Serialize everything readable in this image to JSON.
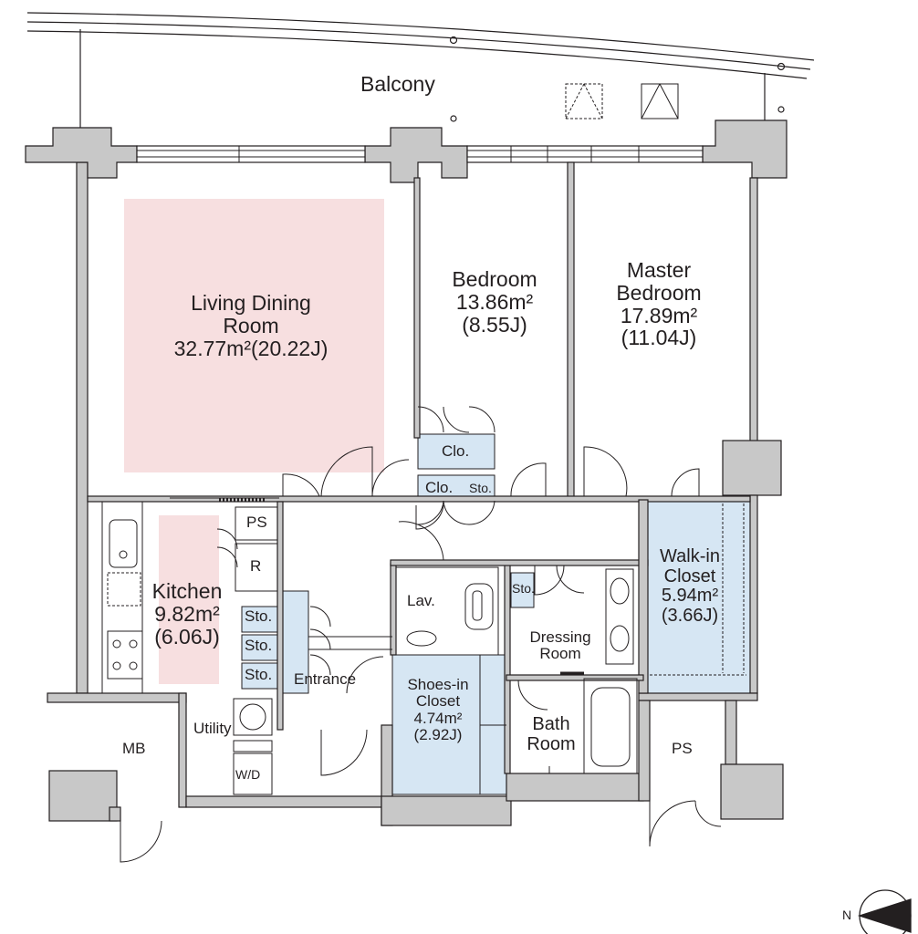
{
  "rooms": {
    "balcony": {
      "name": "Balcony"
    },
    "living": {
      "name_line1": "Living Dining",
      "name_line2": "Room",
      "area": "32.77m²(20.22J)"
    },
    "bedroom": {
      "name": "Bedroom",
      "area": "13.86m²",
      "tatami": "(8.55J)"
    },
    "master": {
      "name_line1": "Master",
      "name_line2": "Bedroom",
      "area": "17.89m²",
      "tatami": "(11.04J)"
    },
    "kitchen": {
      "name": "Kitchen",
      "area": "9.82m²",
      "tatami": "(6.06J)"
    },
    "walkin": {
      "name_line1": "Walk-in",
      "name_line2": "Closet",
      "area": "5.94m²",
      "tatami": "(3.66J)"
    },
    "shoes": {
      "name_line1": "Shoes-in",
      "name_line2": "Closet",
      "area": "4.74m²",
      "tatami": "(2.92J)"
    },
    "dressing": {
      "name_line1": "Dressing",
      "name_line2": "Room"
    },
    "bath": {
      "name_line1": "Bath",
      "name_line2": "Room"
    },
    "lav": {
      "name": "Lav."
    },
    "entrance": {
      "name": "Entrance"
    },
    "utility": {
      "name": "Utility"
    },
    "mb": {
      "name": "MB"
    },
    "ps_kitchen": {
      "name": "PS"
    },
    "ps_right": {
      "name": "PS"
    }
  },
  "fixtures": {
    "refrigerator": "R",
    "washer_dryer": "W/D",
    "closet_upper": "Clo.",
    "closet_lower": "Clo.",
    "storage_bedroom": "Sto.",
    "storage_dressing": "Sto.",
    "storage_kitchen_1": "Sto.",
    "storage_kitchen_2": "Sto.",
    "storage_kitchen_3": "Sto."
  },
  "compass": {
    "north": "N"
  },
  "colors": {
    "wall": "#c8c8c8",
    "wall_edge": "#231f20",
    "living_highlight": "#f7dfe0",
    "storage_blue": "#d6e6f3",
    "line": "#231f20"
  }
}
